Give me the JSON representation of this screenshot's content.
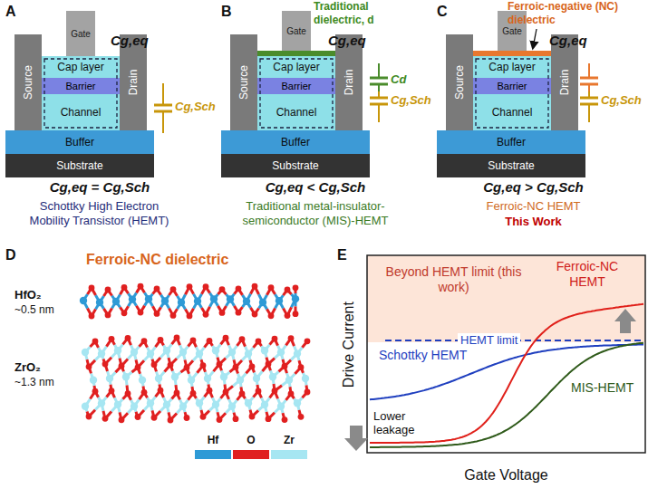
{
  "diagram": {
    "nodes": [
      {
        "text": [
          "Gate"
        ]
      },
      {
        "text": [
          "Source"
        ]
      },
      {
        "text": [
          "Drain"
        ]
      },
      {
        "text": [
          "Cap layer"
        ]
      },
      {
        "text": [
          "Barrier"
        ]
      },
      {
        "text": [
          "Channel"
        ]
      },
      {
        "text": [
          "Buffer"
        ]
      },
      {
        "text": [
          "Substrate"
        ]
      },
      {
        "text": [
          "Gate"
        ]
      },
      {
        "text": [
          "Source"
        ]
      },
      {
        "text": [
          "Drain"
        ]
      },
      {
        "text": [
          "Cap layer"
        ]
      },
      {
        "text": [
          "Barrier"
        ]
      },
      {
        "text": [
          "Channel"
        ]
      },
      {
        "text": [
          "Buffer"
        ]
      },
      {
        "text": [
          "Substrate"
        ]
      },
      {
        "text": [
          "Gate"
        ]
      },
      {
        "text": [
          "Source"
        ]
      },
      {
        "text": [
          "Drain"
        ]
      },
      {
        "text": [
          "Cap layer"
        ]
      },
      {
        "text": [
          "Barrier"
        ]
      },
      {
        "text": [
          "Channel"
        ]
      },
      {
        "text": [
          "Buffer"
        ]
      },
      {
        "text": [
          "Substrate"
        ]
      }
    ],
    "labels": [
      "A",
      "Cg,eq",
      "Cg,Sch",
      "Cg,eq = Cg,Sch",
      "Schottky High Electron Mobility Transistor (HEMT)",
      "B",
      "Traditional dielectric, d",
      "Cg,eq",
      "Cd",
      "Cg,Sch",
      "Cg,eq < Cg,Sch",
      "Traditional metal-insulator-semiconductor (MIS)-HEMT",
      "C",
      "Ferroic-negative (NC) dielectric",
      "Cg,eq",
      "Cg,Sch",
      "Cg,eq > Cg,Sch",
      "Ferroic-NC HEMT",
      "This Work",
      "D",
      "Ferroic-NC dielectric",
      "HfO₂",
      "~0.5 nm",
      "ZrO₂",
      "~1.3 nm",
      "E",
      "Drive Current",
      "Gate Voltage",
      "Beyond HEMT limit (this work)",
      "Ferroic-NC HEMT",
      "HEMT limit",
      "Schottky HEMT",
      "MIS-HEMT",
      "Lower leakage"
    ],
    "legend": [
      {
        "text": "Hf",
        "color": "#2e9ad6"
      },
      {
        "text": "O",
        "color": "#e02020"
      },
      {
        "text": "Zr",
        "color": "#a6e6f2"
      }
    ]
  }
}
